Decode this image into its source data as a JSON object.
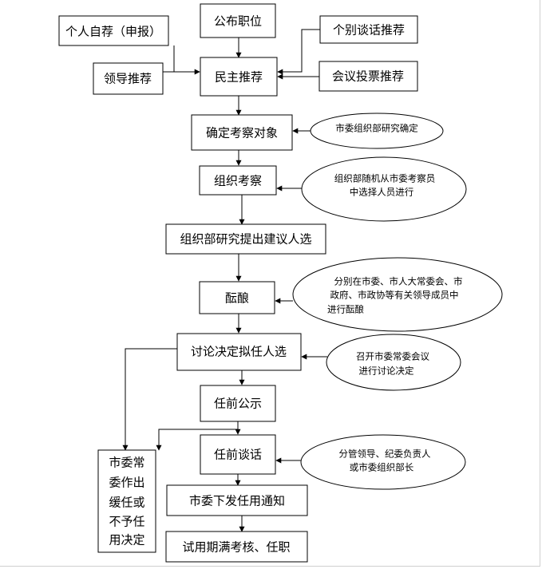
{
  "nodes": {
    "publish_posts": "公布职位",
    "self_recommend": "个人自荐（申报）",
    "leader_recommend": "领导推荐",
    "individual_talk": "个别谈话推荐",
    "meeting_vote": "会议投票推荐",
    "democratic_recommend": "民主推荐",
    "determine_candidates": "确定考察对象",
    "org_inspection": "组织考察",
    "propose_candidates": "组织部研究提出建议人选",
    "deliberation": "酝酿",
    "discuss_decide": "讨论决定拟任人选",
    "pre_publicity": "任前公示",
    "pre_talk": "任前谈话",
    "issue_notice": "市委下发任用通知",
    "probation": "试用期满考核、任职"
  },
  "side_box": {
    "lines": [
      "市委常",
      "委作出",
      "缓任或",
      "不予任",
      "用决定"
    ]
  },
  "notes": {
    "org_dept_decide": [
      "市委组织部研究确定"
    ],
    "random_select": [
      "组织部随机从市委考察员",
      "中选择人员进行"
    ],
    "consult": [
      "分别在市委、市人大常委会、市",
      "政府、市政协等有关领导成员中",
      "进行酝酿"
    ],
    "standing_meeting": [
      "召开市委常委会议",
      "进行讨论决定"
    ],
    "talk_leaders": [
      "分管领导、纪委负责人",
      "或市委组织部长"
    ]
  }
}
